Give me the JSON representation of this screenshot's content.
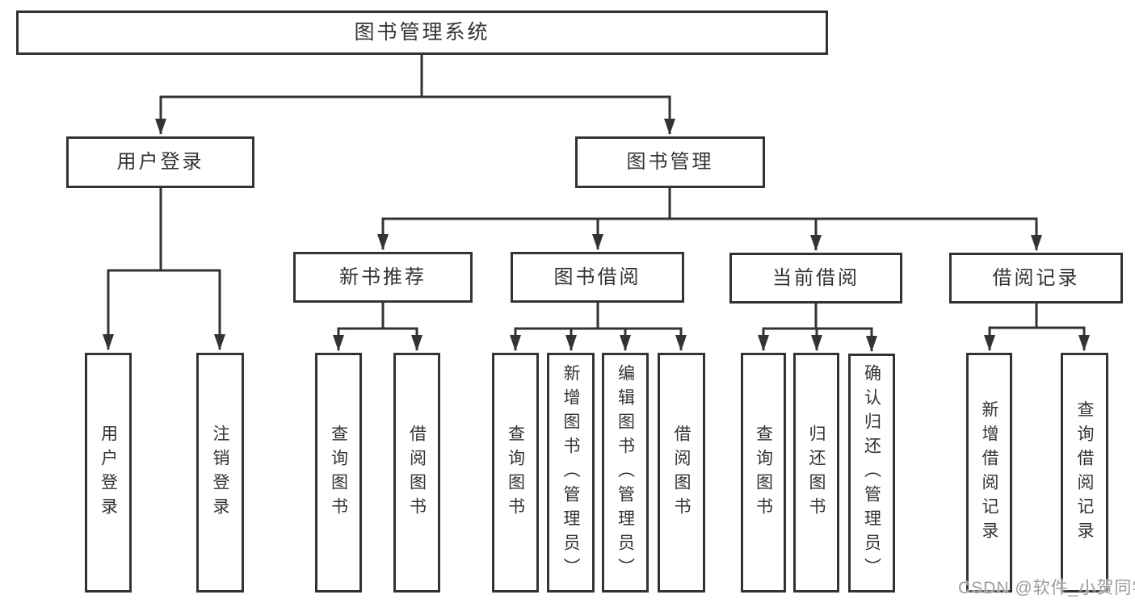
{
  "root": {
    "label": "图书管理系统"
  },
  "level2": [
    {
      "label": "用户登录"
    },
    {
      "label": "图书管理"
    }
  ],
  "level3": [
    {
      "label": "新书推荐"
    },
    {
      "label": "图书借阅"
    },
    {
      "label": "当前借阅"
    },
    {
      "label": "借阅记录"
    }
  ],
  "leaves": [
    {
      "label": "用户登录"
    },
    {
      "label": "注销登录"
    },
    {
      "label": "查询图书"
    },
    {
      "label": "借阅图书"
    },
    {
      "label": "查询图书"
    },
    {
      "label": "新增图书（管理员）"
    },
    {
      "label": "编辑图书（管理员）"
    },
    {
      "label": "借阅图书"
    },
    {
      "label": "查询图书"
    },
    {
      "label": "归还图书"
    },
    {
      "label": "确认归还（管理员）"
    },
    {
      "label": "新增借阅记录"
    },
    {
      "label": "查询借阅记录"
    }
  ],
  "watermark": {
    "text": "CSDN @软件_小贺同学"
  },
  "colors": {
    "line": "#333333",
    "text": "#333333",
    "watermark": "#9c9c9c",
    "background": "#ffffff"
  }
}
